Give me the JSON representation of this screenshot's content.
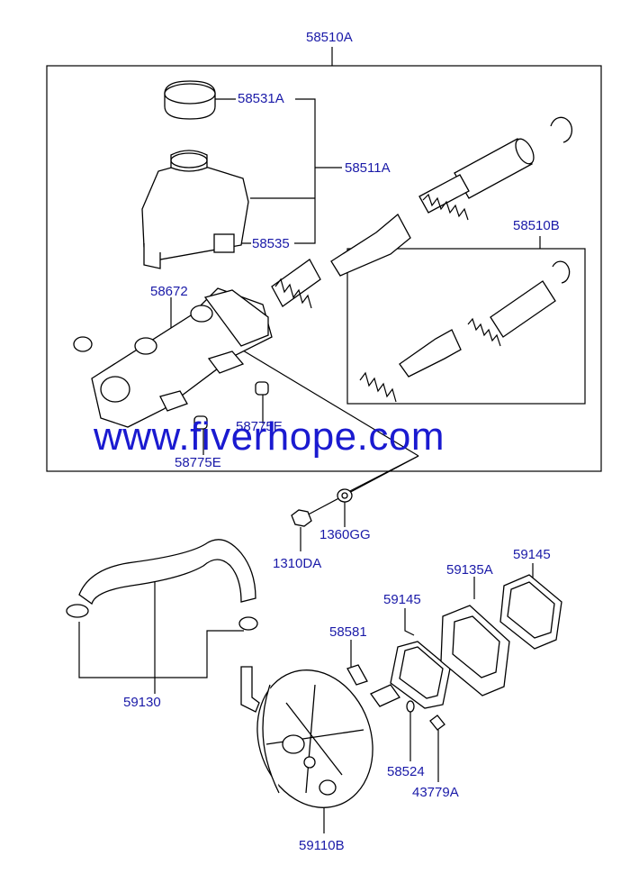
{
  "watermark": "www.fiverhope.com",
  "colors": {
    "label": "#1a1aa8",
    "watermark": "#1a1ad0",
    "line": "#000000"
  },
  "labels": {
    "assembly": "58510A",
    "cap": "58531A",
    "reservoir": "58511A",
    "sensor": "58535",
    "sub_kit": "58510B",
    "cylinder": "58672",
    "plug_upper": "58775E",
    "plug_lower": "58775E",
    "nut": "1310DA",
    "washer": "1360GG",
    "hose": "59130",
    "gasket_left": "59145",
    "gasket_right": "59145",
    "spacer": "59135A",
    "rod": "58581",
    "pin": "58524",
    "clip": "43779A",
    "booster": "59110B"
  }
}
